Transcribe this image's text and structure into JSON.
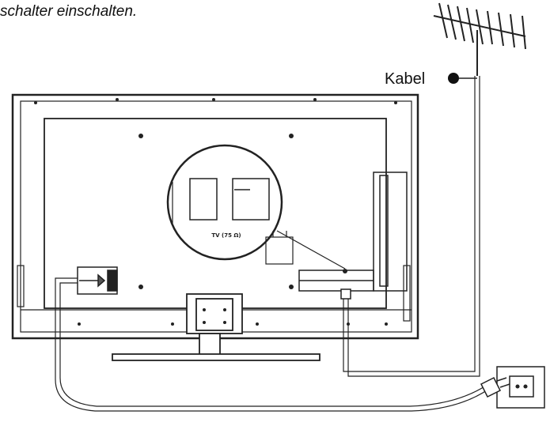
{
  "caption": {
    "text": "schalter einschalten."
  },
  "labels": {
    "cable": "Kabel",
    "tv_port": "TV (75 Ω)"
  },
  "icons": [
    "antenna-icon",
    "wall-socket-icon",
    "power-plug-icon",
    "coax-connector-icon"
  ],
  "colors": {
    "line": "#222222",
    "background": "#ffffff"
  }
}
